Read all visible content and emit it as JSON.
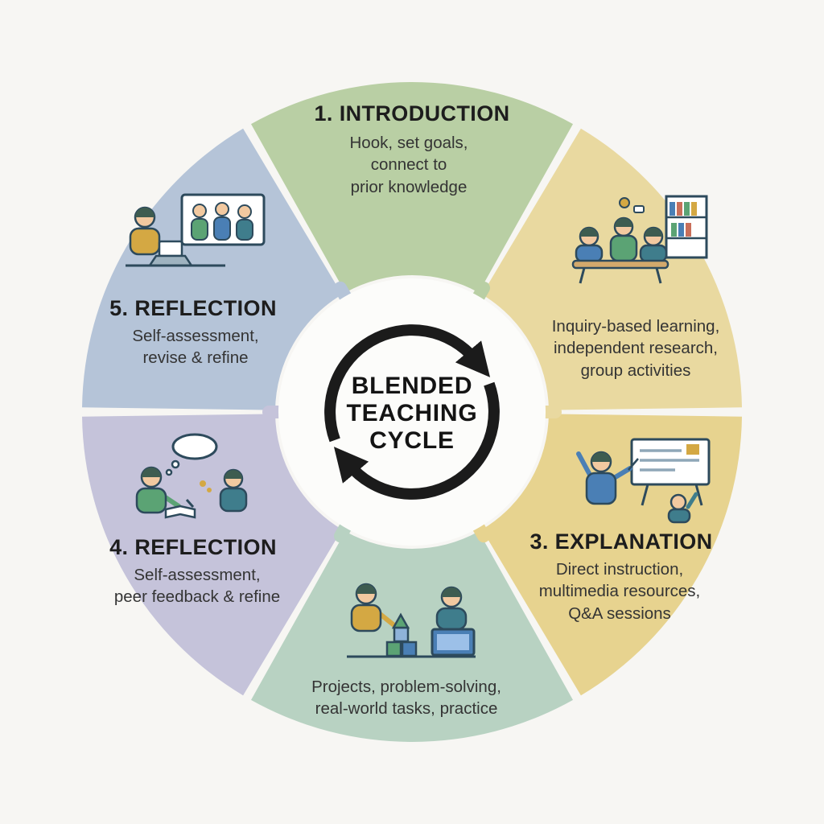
{
  "title": "Blended Teaching Cycle",
  "center": {
    "line1": "BLENDED",
    "line2": "TEACHING",
    "line3": "CYCLE",
    "arrow_color": "#1b1b1b",
    "icon": "cycle-arrows-icon"
  },
  "segments": [
    {
      "id": "introduction",
      "heading": "1. INTRODUCTION",
      "description": "Hook, set goals,\nconnect to\nprior knowledge",
      "color": "#b9cfa4",
      "icon": ""
    },
    {
      "id": "inquiry",
      "heading": "",
      "description": "Inquiry-based learning,\nindependent research,\ngroup activities",
      "color": "#e9d9a0",
      "icon": "group-study-icon"
    },
    {
      "id": "explanation",
      "heading": "3. EXPLANATION",
      "description": "Direct instruction,\nmultimedia resources,\nQ&A sessions",
      "color": "#e7d38f",
      "icon": "whiteboard-lecture-icon"
    },
    {
      "id": "practice",
      "heading": "",
      "description": "Projects, problem-solving,\nreal-world tasks, practice",
      "color": "#b8d2c2",
      "icon": "hands-on-practice-icon"
    },
    {
      "id": "reflection-4",
      "heading": "4. REFLECTION",
      "description": "Self-assessment,\npeer feedback & refine",
      "color": "#c5c3da",
      "icon": "self-assessment-icon"
    },
    {
      "id": "reflection-5",
      "heading": "5. REFLECTION",
      "description": "Self-assessment,\nrevise & refine",
      "color": "#b5c4d8",
      "icon": "video-call-icon"
    }
  ]
}
